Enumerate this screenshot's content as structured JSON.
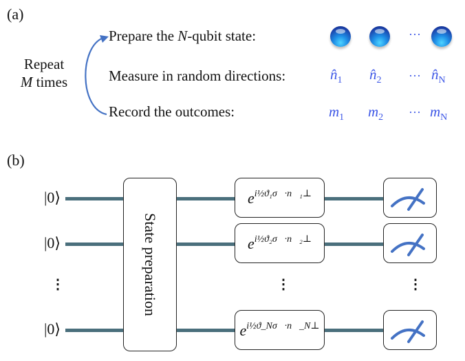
{
  "panel_a": {
    "label": "(a)",
    "repeat_line1": "Repeat",
    "repeat_line2_var": "M",
    "repeat_line2_rest": " times",
    "steps": [
      {
        "pre": "Prepare the ",
        "var": "N",
        "post": "-qubit state:"
      },
      {
        "pre": "Measure in random directions:",
        "var": "",
        "post": ""
      },
      {
        "pre": "Record the outcomes:",
        "var": "",
        "post": ""
      }
    ],
    "directions": {
      "first": "n̂",
      "first_sub": "1",
      "second": "n̂",
      "second_sub": "2",
      "last": "n̂",
      "last_sub": "N"
    },
    "outcomes": {
      "first": "m",
      "first_sub": "1",
      "second": "m",
      "second_sub": "2",
      "last": "m",
      "last_sub": "N"
    },
    "ellipsis": "···",
    "accent_color": "#3b55e6",
    "arrow_color": "#4472c4"
  },
  "panel_b": {
    "label": "(b)",
    "inputs": [
      "|0⟩",
      "|0⟩",
      "|0⟩"
    ],
    "state_prep_label": "State preparation",
    "gates": [
      {
        "base": "e",
        "exponent": "i½ϑ₁σ⃗·n⃗₁⊥"
      },
      {
        "base": "e",
        "exponent": "i½ϑ₂σ⃗·n⃗₂⊥"
      },
      {
        "base": "e",
        "exponent": "i½ϑ_Nσ⃗·n⃗_N⊥"
      }
    ],
    "vdots": "⋮",
    "wire_color": "#4a6f7c",
    "meter_color": "#4472c4"
  }
}
